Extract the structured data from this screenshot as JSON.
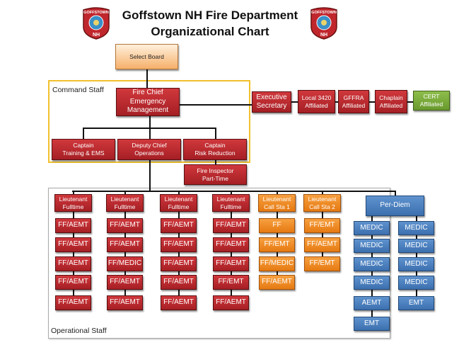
{
  "header": {
    "title_line1": "Goffstown NH Fire Department",
    "title_line2": "Organizational Chart",
    "logo_text_top": "GOFFSTOWN",
    "logo_text_bottom": "NH"
  },
  "colors": {
    "red": "#b8272c",
    "orange": "#f08a1c",
    "blue": "#4a7fc0",
    "green": "#7aab3a",
    "command_frame": "#f2c12e",
    "operational_frame": "#aaaaaa"
  },
  "top": {
    "select_board": "Select Board"
  },
  "command_staff": {
    "label": "Command Staff",
    "chief": [
      "Fire Chief",
      "Emergency",
      "Management"
    ],
    "captains": [
      [
        "Captain",
        "Training & EMS"
      ],
      [
        "Deputy Chief",
        "Operations"
      ],
      [
        "Captain",
        "Risk Reduction"
      ]
    ],
    "inspector": [
      "Fire Inspector",
      "Part-Time"
    ]
  },
  "affiliates": [
    [
      "Executive",
      "Secretary"
    ],
    [
      "Local 3420",
      "Affiliated"
    ],
    [
      "GFFRA",
      "Affiliated"
    ],
    [
      "Chaplain",
      "Affiliated"
    ],
    [
      "CERT",
      "Affiliated"
    ]
  ],
  "operational_staff": {
    "label": "Operational Staff",
    "columns": [
      {
        "lead": [
          "Lieutenant",
          "Fulltime"
        ],
        "color": "red",
        "items": [
          "FF/AEMT",
          "FF/AEMT",
          "FF/AEMT",
          "FF/AEMT",
          "FF/AEMT"
        ]
      },
      {
        "lead": [
          "Lieutenant",
          "Fulltime"
        ],
        "color": "red",
        "items": [
          "FF/AEMT",
          "FF/AEMT",
          "FF/MEDIC",
          "FF/AEMT",
          "FF/AEMT"
        ]
      },
      {
        "lead": [
          "Lieutenant",
          "Fulltime"
        ],
        "color": "red",
        "items": [
          "FF/AEMT",
          "FF/AEMT",
          "FF/AEMT",
          "FF/AEMT",
          "FF/AEMT"
        ]
      },
      {
        "lead": [
          "Lieutenant",
          "Fulltime"
        ],
        "color": "red",
        "items": [
          "FF/AEMT",
          "FF/AEMT",
          "FF/AEMT",
          "FF/EMT",
          "FF/AEMT"
        ]
      },
      {
        "lead": [
          "Lieutenant",
          "Call Sta 1"
        ],
        "color": "orange",
        "items": [
          "FF",
          "FF/EMT",
          "FF/MEDIC",
          "FF/AEMT"
        ]
      },
      {
        "lead": [
          "Lieutenant",
          "Call Sta 2"
        ],
        "color": "orange",
        "items": [
          "FF/EMT",
          "FF/AEMT",
          "FF/EMT"
        ]
      }
    ],
    "per_diem": {
      "lead": "Per-Diem",
      "color": "blue",
      "left": [
        "MEDIC",
        "MEDIC",
        "MEDIC",
        "MEDIC",
        "AEMT",
        "EMT"
      ],
      "right": [
        "MEDIC",
        "MEDIC",
        "MEDIC",
        "MEDIC",
        "EMT"
      ]
    }
  }
}
